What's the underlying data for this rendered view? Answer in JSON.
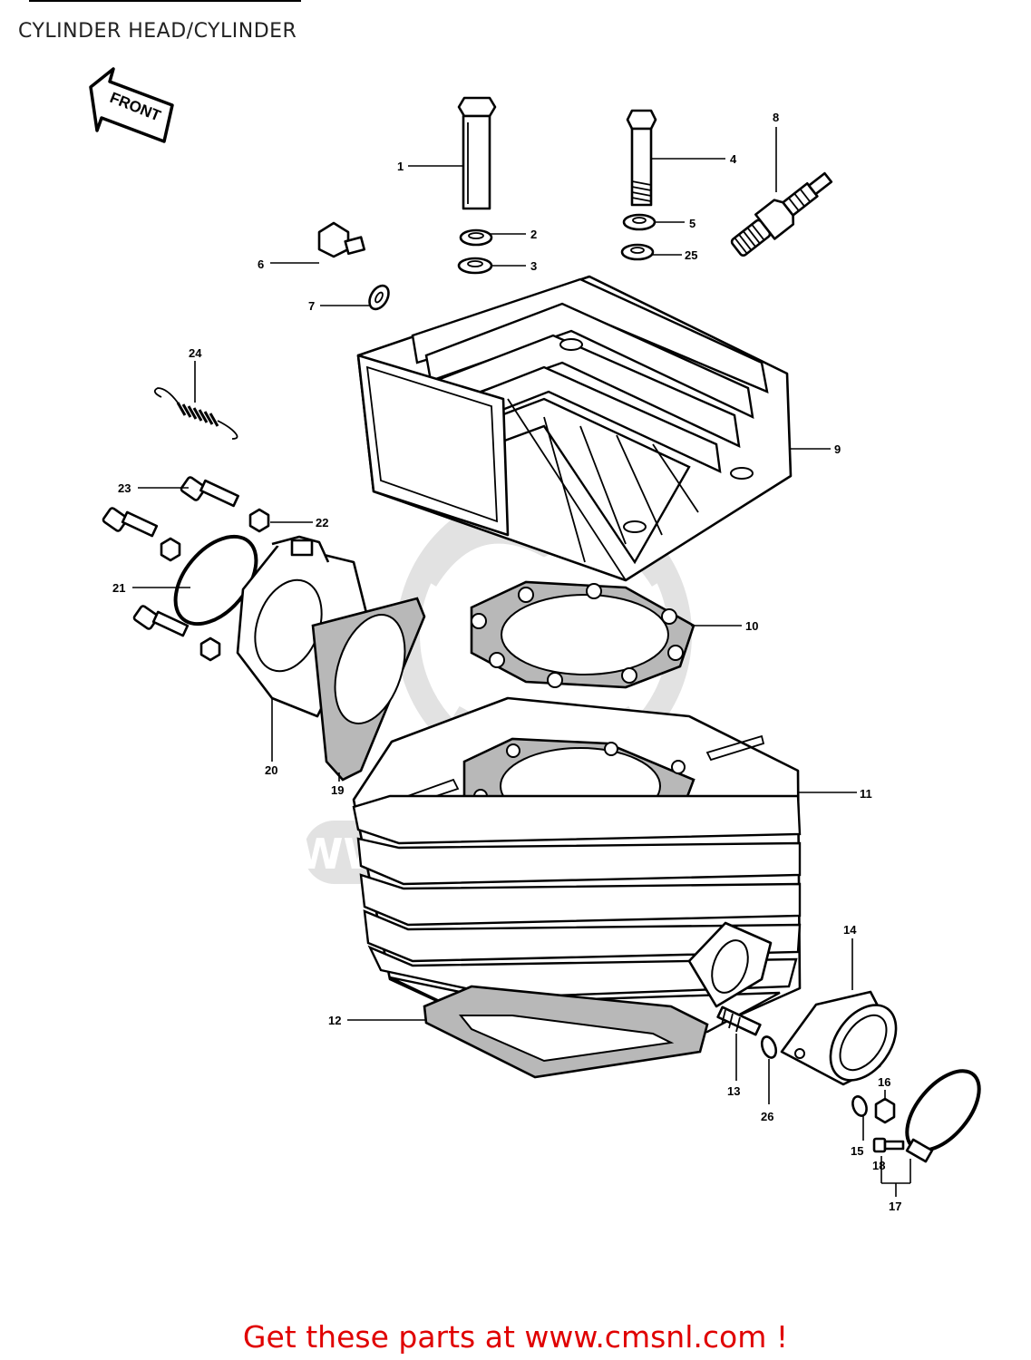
{
  "header": {
    "title": "CYLINDER HEAD/CYLINDER"
  },
  "orientation": {
    "label": "FRONT"
  },
  "watermark": {
    "text": "WWW.CMSNL.COM",
    "color": "#e2e2e2"
  },
  "callouts": {
    "c1": "1",
    "c2": "2",
    "c3": "3",
    "c4": "4",
    "c5": "5",
    "c6": "6",
    "c7": "7",
    "c8": "8",
    "c9": "9",
    "c10": "10",
    "c11": "11",
    "c12": "12",
    "c13": "13",
    "c14": "14",
    "c15": "15",
    "c16": "16",
    "c17": "17",
    "c18": "18",
    "c19": "19",
    "c20": "20",
    "c21": "21",
    "c22": "22",
    "c23": "23",
    "c24": "24",
    "c25": "25",
    "c26": "26"
  },
  "footer": {
    "cta": "Get these parts at www.cmsnl.com !",
    "cta_color": "#e00000"
  }
}
